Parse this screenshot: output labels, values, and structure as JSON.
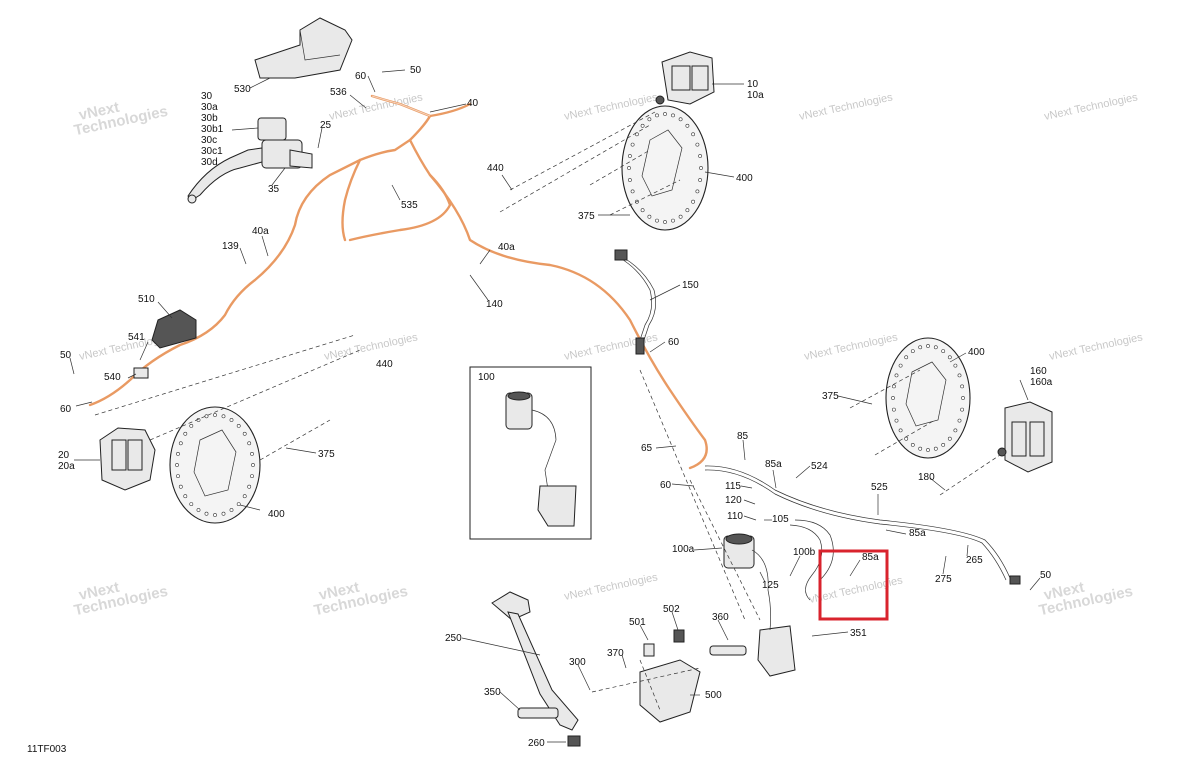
{
  "diagram_code": "11TF003",
  "watermark": {
    "line1": "vNext",
    "line2": "Technologies",
    "full": "vNext Technologies"
  },
  "highlight_color": "#d9232d",
  "hose_color": "#e99a63",
  "labels": {
    "p530": "530",
    "p30": "30",
    "p30a": "30a",
    "p30b": "30b",
    "p30b1": "30b1",
    "p30c": "30c",
    "p30c1": "30c1",
    "p30d": "30d",
    "p25": "25",
    "p35": "35",
    "p60_top": "60",
    "p50_top": "50",
    "p536": "536",
    "p40": "40",
    "p535": "535",
    "p139": "139",
    "p40a_left": "40a",
    "p40a_mid": "40a",
    "p140": "140",
    "p510": "510",
    "p541": "541",
    "p540": "540",
    "p50_left": "50",
    "p60_left": "60",
    "p440_left": "440",
    "p20": "20",
    "p20a": "20a",
    "p375_left": "375",
    "p400_left": "400",
    "p10": "10",
    "p10a": "10a",
    "p440_top": "440",
    "p400_top": "400",
    "p375_top": "375",
    "p150": "150",
    "p60_mid": "60",
    "p100": "100",
    "p400_right": "400",
    "p375_right": "375",
    "p160": "160",
    "p160a": "160a",
    "p180": "180",
    "p85": "85",
    "p85a_1": "85a",
    "p524": "524",
    "p525": "525",
    "p85a_2": "85a",
    "p275": "275",
    "p265": "265",
    "p50_right": "50",
    "p65": "65",
    "p60_low": "60",
    "p115": "115",
    "p120": "120",
    "p110": "110",
    "p105": "105",
    "p100a": "100a",
    "p100b": "100b",
    "p85a_3": "85a",
    "p125": "125",
    "p351": "351",
    "p501": "501",
    "p502": "502",
    "p360": "360",
    "p370": "370",
    "p300": "300",
    "p250": "250",
    "p350": "350",
    "p500": "500",
    "p260": "260"
  }
}
